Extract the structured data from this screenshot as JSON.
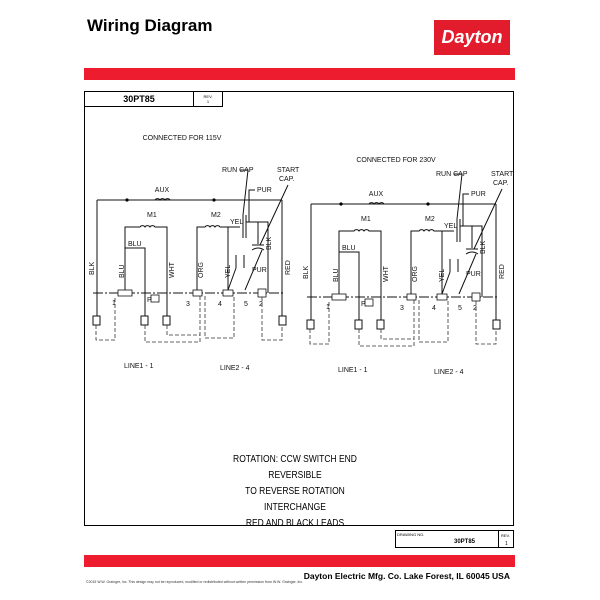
{
  "header": {
    "title": "Wiring Diagram",
    "logo": "Dayton"
  },
  "title_block": {
    "part_no": "30PT85",
    "rev_label": "REV.",
    "rev": "1"
  },
  "diagrams": [
    {
      "title": "CONNECTED FOR 115V",
      "line1": "LINE1 - 1",
      "line2": "LINE2 - 4"
    },
    {
      "title": "CONNECTED FOR 230V",
      "line1": "LINE1 - 1",
      "line2": "LINE2 - 4"
    }
  ],
  "labels": {
    "aux": "AUX",
    "m1": "M1",
    "m2": "M2",
    "run_cap": "RUN CAP",
    "start": "START",
    "cap": "CAP.",
    "pur": "PUR",
    "yel": "YEL",
    "blu": "BLU",
    "blk": "BLK",
    "red": "RED",
    "wht": "WHT",
    "org": "ORG",
    "t1": "1",
    "tp": "P",
    "t3": "3",
    "t4": "4",
    "t5": "5",
    "t2": "2"
  },
  "rotation": [
    "ROTATION:  CCW SWITCH END REVERSIBLE",
    "TO REVERSE ROTATION INTERCHANGE",
    "RED AND BLACK LEADS"
  ],
  "drawing_block": {
    "label": "DRAWING NO.",
    "number": "30PT85",
    "rev_label": "REV.",
    "rev": "1"
  },
  "footer": {
    "company": "Dayton Electric Mfg. Co.  Lake Forest, IL  60045  USA",
    "copyright": "©2015 W.W. Grainger, Inc.   This design may not be reproduced, modified or redistributed without written permission from W.W. Grainger, Inc."
  }
}
